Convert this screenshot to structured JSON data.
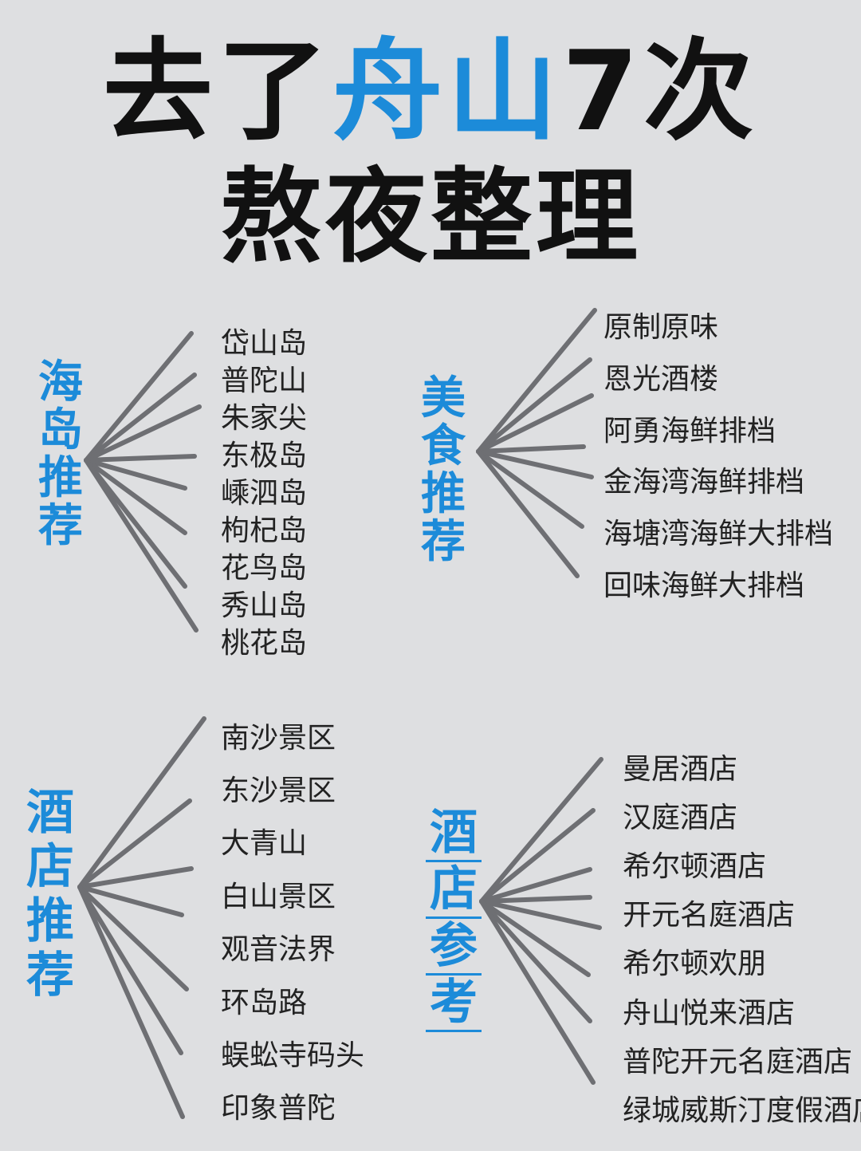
{
  "title": {
    "part1": "去了",
    "highlight": "舟山",
    "part2": "7次",
    "subtitle": "熬夜整理"
  },
  "colors": {
    "accent": "#1c8bd9",
    "text": "#111111",
    "background": "#dedfe1",
    "line": "#6e6f73"
  },
  "groups": [
    {
      "label": "海岛推荐",
      "items": [
        "岱山岛",
        "普陀山",
        "朱家尖",
        "东极岛",
        "嵊泗岛",
        "枸杞岛",
        "花鸟岛",
        "秀山岛",
        "桃花岛"
      ]
    },
    {
      "label": "美食推荐",
      "items": [
        "原制原味",
        "恩光酒楼",
        "阿勇海鲜排档",
        "金海湾海鲜排档",
        "海塘湾海鲜大排档",
        "回味海鲜大排档"
      ]
    },
    {
      "label": "酒店推荐",
      "items": [
        "南沙景区",
        "东沙景区",
        "大青山",
        "白山景区",
        "观音法界",
        "环岛路",
        "蜈蚣寺码头",
        "印象普陀"
      ]
    },
    {
      "label": "酒店参考",
      "items": [
        "曼居酒店",
        "汉庭酒店",
        "希尔顿酒店",
        "开元名庭酒店",
        "希尔顿欢朋",
        "舟山悦来酒店",
        "普陀开元名庭酒店",
        "绿城威斯汀度假酒店"
      ]
    }
  ]
}
